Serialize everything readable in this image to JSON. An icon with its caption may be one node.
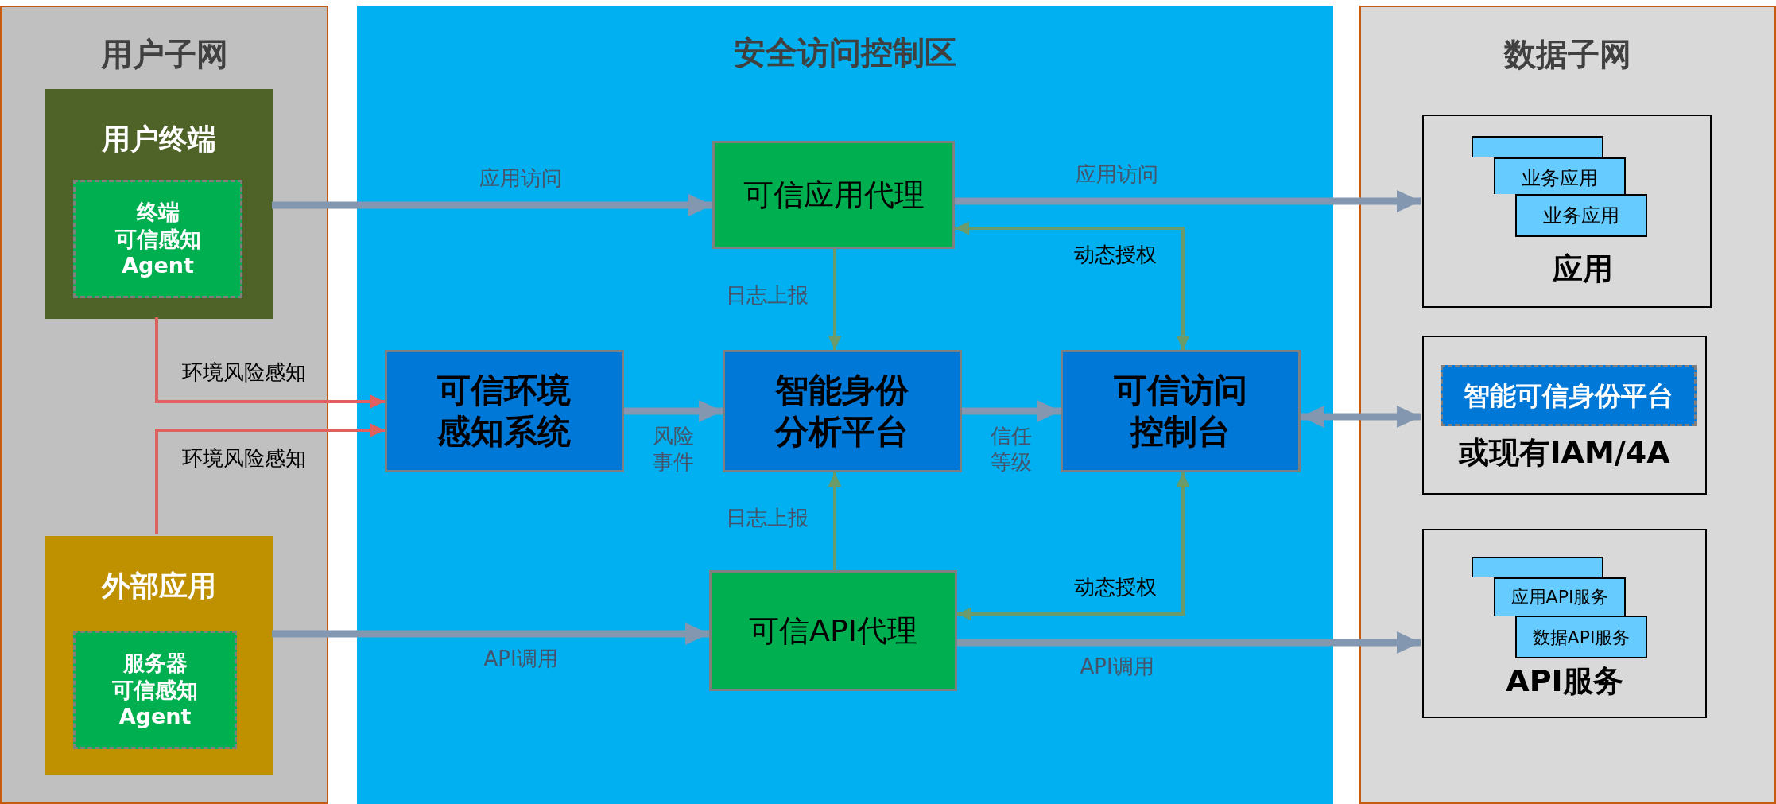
{
  "diagram": {
    "nodes": [
      {
        "text": [
          "用户子网"
        ]
      },
      {
        "text": [
          "用户终端"
        ],
        "in": 0
      },
      {
        "text": [
          "终端",
          "可信感知",
          "Agent"
        ],
        "in": 1
      },
      {
        "text": [
          "外部应用"
        ],
        "in": 0
      },
      {
        "text": [
          "服务器",
          "可信感知",
          "Agent"
        ],
        "in": 3
      },
      {
        "text": [
          "安全访问控制区"
        ]
      },
      {
        "text": [
          "可信应用代理"
        ],
        "in": 5
      },
      {
        "text": [
          "可信环境感知系统"
        ],
        "in": 5
      },
      {
        "text": [
          "智能身份分析平台"
        ],
        "in": 5
      },
      {
        "text": [
          "可信访问控制台"
        ],
        "in": 5
      },
      {
        "text": [
          "可信API代理"
        ],
        "in": 5
      },
      {
        "text": [
          "数据子网"
        ]
      },
      {
        "text": [
          "应用"
        ],
        "in": 11
      },
      {
        "text": [],
        "shape": "box",
        "in": 12
      },
      {
        "text": [
          "业务应用"
        ],
        "in": 12
      },
      {
        "text": [
          "业务应用"
        ],
        "in": 12
      },
      {
        "text": [
          "或现有IAM/4A"
        ],
        "in": 11
      },
      {
        "text": [
          "智能可信身份平台"
        ],
        "in": 16
      },
      {
        "text": [
          "API服务"
        ],
        "in": 11
      },
      {
        "text": [],
        "shape": "box",
        "in": 18
      },
      {
        "text": [
          "应用API服务"
        ],
        "in": 18
      },
      {
        "text": [
          "数据API服务"
        ],
        "in": 18
      }
    ],
    "edges": [
      {
        "from": 1,
        "to": 6,
        "arrow": "to",
        "label": "应用访问"
      },
      {
        "from": 6,
        "to": 12,
        "arrow": "to",
        "label": "应用访问"
      },
      {
        "from": 6,
        "to": 8,
        "arrow": "to",
        "label": "日志上报",
        "color": "#6b9a6b"
      },
      {
        "from": 9,
        "to": 6,
        "arrow": "both",
        "label": "动态授权",
        "color": "#6b9a6b"
      },
      {
        "from": 10,
        "to": 8,
        "arrow": "to",
        "label": "日志上报",
        "color": "#6b9a6b"
      },
      {
        "from": 9,
        "to": 10,
        "arrow": "both",
        "label": "动态授权",
        "color": "#6b9a6b"
      },
      {
        "from": 1,
        "to": 7,
        "arrow": "to",
        "label": "环境风险感知",
        "color": "#e06060"
      },
      {
        "from": 3,
        "to": 7,
        "arrow": "to",
        "label": "环境风险感知",
        "color": "#e06060"
      },
      {
        "from": 7,
        "to": 8,
        "arrow": "to",
        "label": "风险事件"
      },
      {
        "from": 8,
        "to": 9,
        "arrow": "to",
        "label": "信任等级"
      },
      {
        "from": 9,
        "to": 16,
        "arrow": "both"
      },
      {
        "from": 3,
        "to": 10,
        "arrow": "to",
        "label": "API调用"
      },
      {
        "from": 10,
        "to": 18,
        "arrow": "to",
        "label": "API调用"
      }
    ]
  }
}
